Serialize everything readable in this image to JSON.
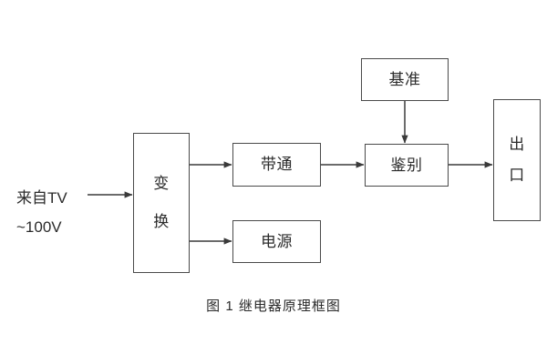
{
  "figure": {
    "caption": "图 1 继电器原理框图",
    "background_color": "#ffffff",
    "line_color": "#4a4a4a",
    "text_color": "#2b2b2b"
  },
  "input": {
    "line1": "来自TV",
    "line2": "~100V"
  },
  "nodes": {
    "transform": {
      "label": "变\n换"
    },
    "bandpass": {
      "label": "带通"
    },
    "power": {
      "label": "电源"
    },
    "reference": {
      "label": "基准"
    },
    "discriminate": {
      "label": "鉴别"
    },
    "output": {
      "label": "出\n口"
    }
  },
  "connections": [
    {
      "id": "source-to-transform",
      "from": "来自TV ~100V",
      "to": "变换",
      "direction": "right"
    },
    {
      "id": "transform-to-bandpass",
      "from": "变换",
      "to": "带通",
      "direction": "right"
    },
    {
      "id": "transform-to-power",
      "from": "变换",
      "to": "电源",
      "direction": "right"
    },
    {
      "id": "bandpass-to-discriminate",
      "from": "带通",
      "to": "鉴别",
      "direction": "right"
    },
    {
      "id": "reference-to-discriminate",
      "from": "基准",
      "to": "鉴别",
      "direction": "down"
    },
    {
      "id": "discriminate-to-output",
      "from": "鉴别",
      "to": "出口",
      "direction": "right"
    }
  ]
}
